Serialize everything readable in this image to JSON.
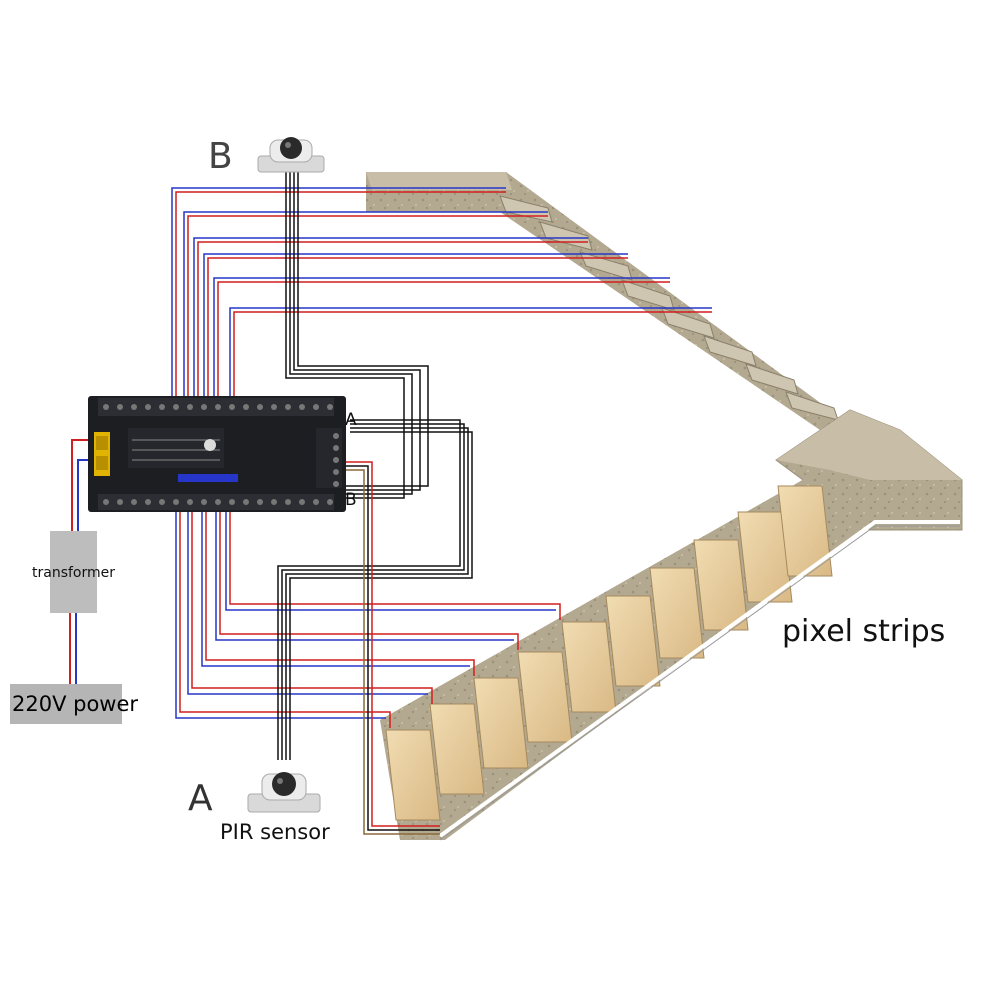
{
  "labels": {
    "sensor_b": "B",
    "sensor_a": "A",
    "pir_sensor": "PIR sensor",
    "pixel_strips": "pixel strips",
    "transformer": "transformer",
    "power": "220V power",
    "controller_a": "A",
    "controller_b": "B"
  },
  "colors": {
    "wire_red": "#d11f1f",
    "wire_blue": "#2536c8",
    "wire_black": "#111111",
    "controller": "#1d1e22",
    "terminal_yellow": "#e0b400",
    "stone": "#b3a890",
    "wood": "#e8cfa3",
    "strip_white": "#ffffff"
  },
  "icons": {
    "sensor": "pir-sensor-icon",
    "controller": "stair-light-controller-icon"
  }
}
